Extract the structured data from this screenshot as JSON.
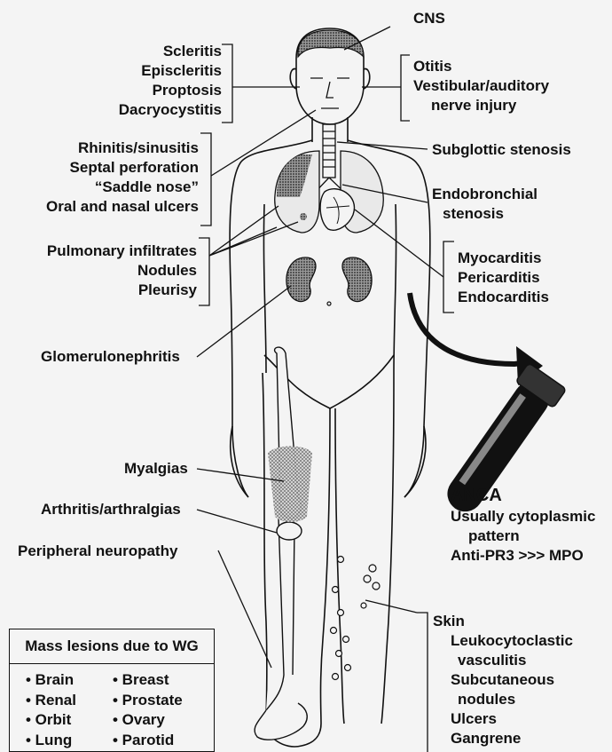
{
  "labels": {
    "cns": "CNS",
    "eye": [
      "Scleritis",
      "Episcleritis",
      "Proptosis",
      "Dacryocystitis"
    ],
    "ear": [
      "Otitis",
      "Vestibular/auditory",
      "nerve injury"
    ],
    "nose": [
      "Rhinitis/sinusitis",
      "Septal perforation",
      "“Saddle nose”",
      "Oral and nasal ulcers"
    ],
    "subglottic": "Subglottic stenosis",
    "endobronchial": [
      "Endobronchial",
      "stenosis"
    ],
    "lung": [
      "Pulmonary infiltrates",
      "Nodules",
      "Pleurisy"
    ],
    "heart": [
      "Myocarditis",
      "Pericarditis",
      "Endocarditis"
    ],
    "kidney": "Glomerulonephritis",
    "myalgias": "Myalgias",
    "arthritis": "Arthritis/arthralgias",
    "neuropathy": "Peripheral neuropathy",
    "anca": {
      "title": "ANCA",
      "lines": [
        "Usually cytoplasmic",
        "pattern",
        "Anti-PR3 >>> MPO"
      ]
    },
    "skin": {
      "title": "Skin",
      "lines": [
        "Leukocytoclastic",
        "vasculitis",
        "Subcutaneous",
        "nodules",
        "Ulcers",
        "Gangrene"
      ]
    }
  },
  "mass_lesions": {
    "title": "Mass lesions due to WG",
    "col1": [
      "• Brain",
      "• Renal",
      "• Orbit",
      "• Lung"
    ],
    "col2": [
      "• Breast",
      "• Prostate",
      "• Ovary",
      "• Parotid"
    ]
  }
}
